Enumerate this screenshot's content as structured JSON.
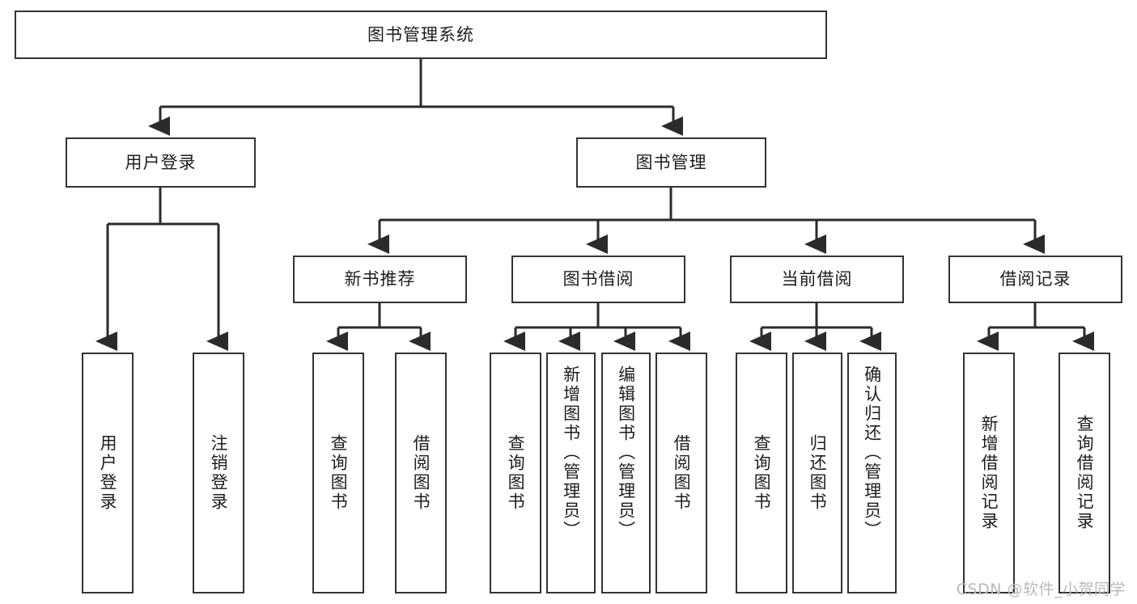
{
  "diagram": {
    "type": "tree-hierarchy",
    "title": "图书管理系统",
    "watermark": "CSDN @软件_小贺同学",
    "colors": {
      "background": "#ffffff",
      "box_border": "#333333",
      "box_fill": "#ffffff",
      "text": "#1d1d1d",
      "connector": "#2b2b2b",
      "watermark": "#b9b9b9"
    },
    "nodes": {
      "root": {
        "label": "图书管理系统"
      },
      "level2": [
        {
          "id": "user-login",
          "label": "用户登录"
        },
        {
          "id": "book-manage",
          "label": "图书管理"
        }
      ],
      "level3": [
        {
          "id": "new-book-rec",
          "label": "新书推荐"
        },
        {
          "id": "book-borrow",
          "label": "图书借阅"
        },
        {
          "id": "current-borrow",
          "label": "当前借阅"
        },
        {
          "id": "borrow-record",
          "label": "借阅记录"
        }
      ],
      "leaves": {
        "user-login": [
          {
            "id": "leaf-user-login",
            "label": "用户登录"
          },
          {
            "id": "leaf-logout",
            "label": "注销登录"
          }
        ],
        "new-book-rec": [
          {
            "id": "leaf-query-book-1",
            "label": "查询图书"
          },
          {
            "id": "leaf-borrow-book-1",
            "label": "借阅图书"
          }
        ],
        "book-borrow": [
          {
            "id": "leaf-query-book-2",
            "label": "查询图书"
          },
          {
            "id": "leaf-add-book",
            "label": "新增图书（管理员）"
          },
          {
            "id": "leaf-edit-book",
            "label": "编辑图书（管理员）"
          },
          {
            "id": "leaf-borrow-book-2",
            "label": "借阅图书"
          }
        ],
        "current-borrow": [
          {
            "id": "leaf-query-book-3",
            "label": "查询图书"
          },
          {
            "id": "leaf-return-book",
            "label": "归还图书"
          },
          {
            "id": "leaf-confirm-return",
            "label": "确认归还（管理员）"
          }
        ],
        "borrow-record": [
          {
            "id": "leaf-add-record",
            "label": "新增借阅记录"
          },
          {
            "id": "leaf-query-record",
            "label": "查询借阅记录"
          }
        ]
      }
    }
  }
}
